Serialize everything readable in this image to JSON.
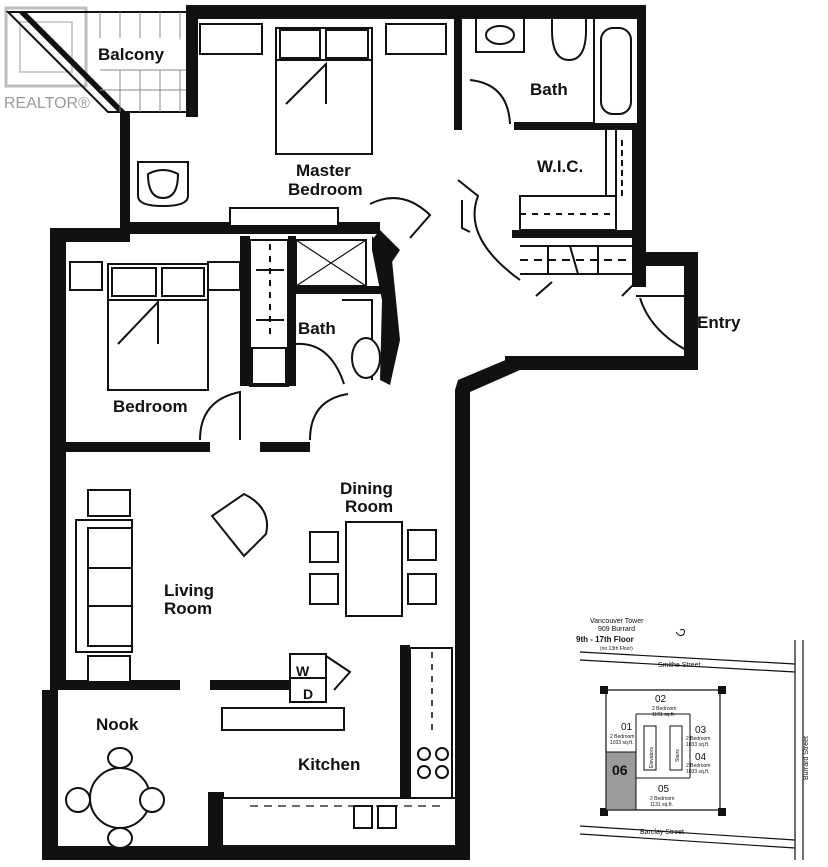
{
  "watermark": {
    "text": "REALTOR®"
  },
  "rooms": {
    "balcony": "Balcony",
    "master_bedroom_line1": "Master",
    "master_bedroom_line2": "Bedroom",
    "bath_master": "Bath",
    "wic": "W.I.C.",
    "bedroom": "Bedroom",
    "bath_second": "Bath",
    "entry": "Entry",
    "dining_line1": "Dining",
    "dining_line2": "Room",
    "living_line1": "Living",
    "living_line2": "Room",
    "nook": "Nook",
    "kitchen": "Kitchen",
    "washer": "W",
    "dryer": "D"
  },
  "key_plan": {
    "building": "Vancouver Tower",
    "address": "909 Burrard",
    "floors": "9th - 17th Floor",
    "floors_note": "(no 13th Floor)",
    "street_top": "Smithe Street",
    "street_right": "Burrard Street",
    "street_bottom": "Barclay Street",
    "elevators": "Elevators",
    "stairs": "Stairs",
    "units": [
      {
        "number": "02",
        "beds": "2 Bedroom",
        "area": "1191 sq.ft."
      },
      {
        "number": "01",
        "beds": "2 Bedroom",
        "area": "1033 sq.ft."
      },
      {
        "number": "03",
        "beds": "2 Bedroom",
        "area": "1033 sq.ft."
      },
      {
        "number": "04",
        "beds": "2 Bedroom",
        "area": "1033 sq.ft."
      },
      {
        "number": "05",
        "beds": "2 Bedroom",
        "area": "1131 sq.ft."
      },
      {
        "number": "06",
        "beds": "",
        "area": ""
      }
    ],
    "highlight_color": "#9b9b9b"
  }
}
